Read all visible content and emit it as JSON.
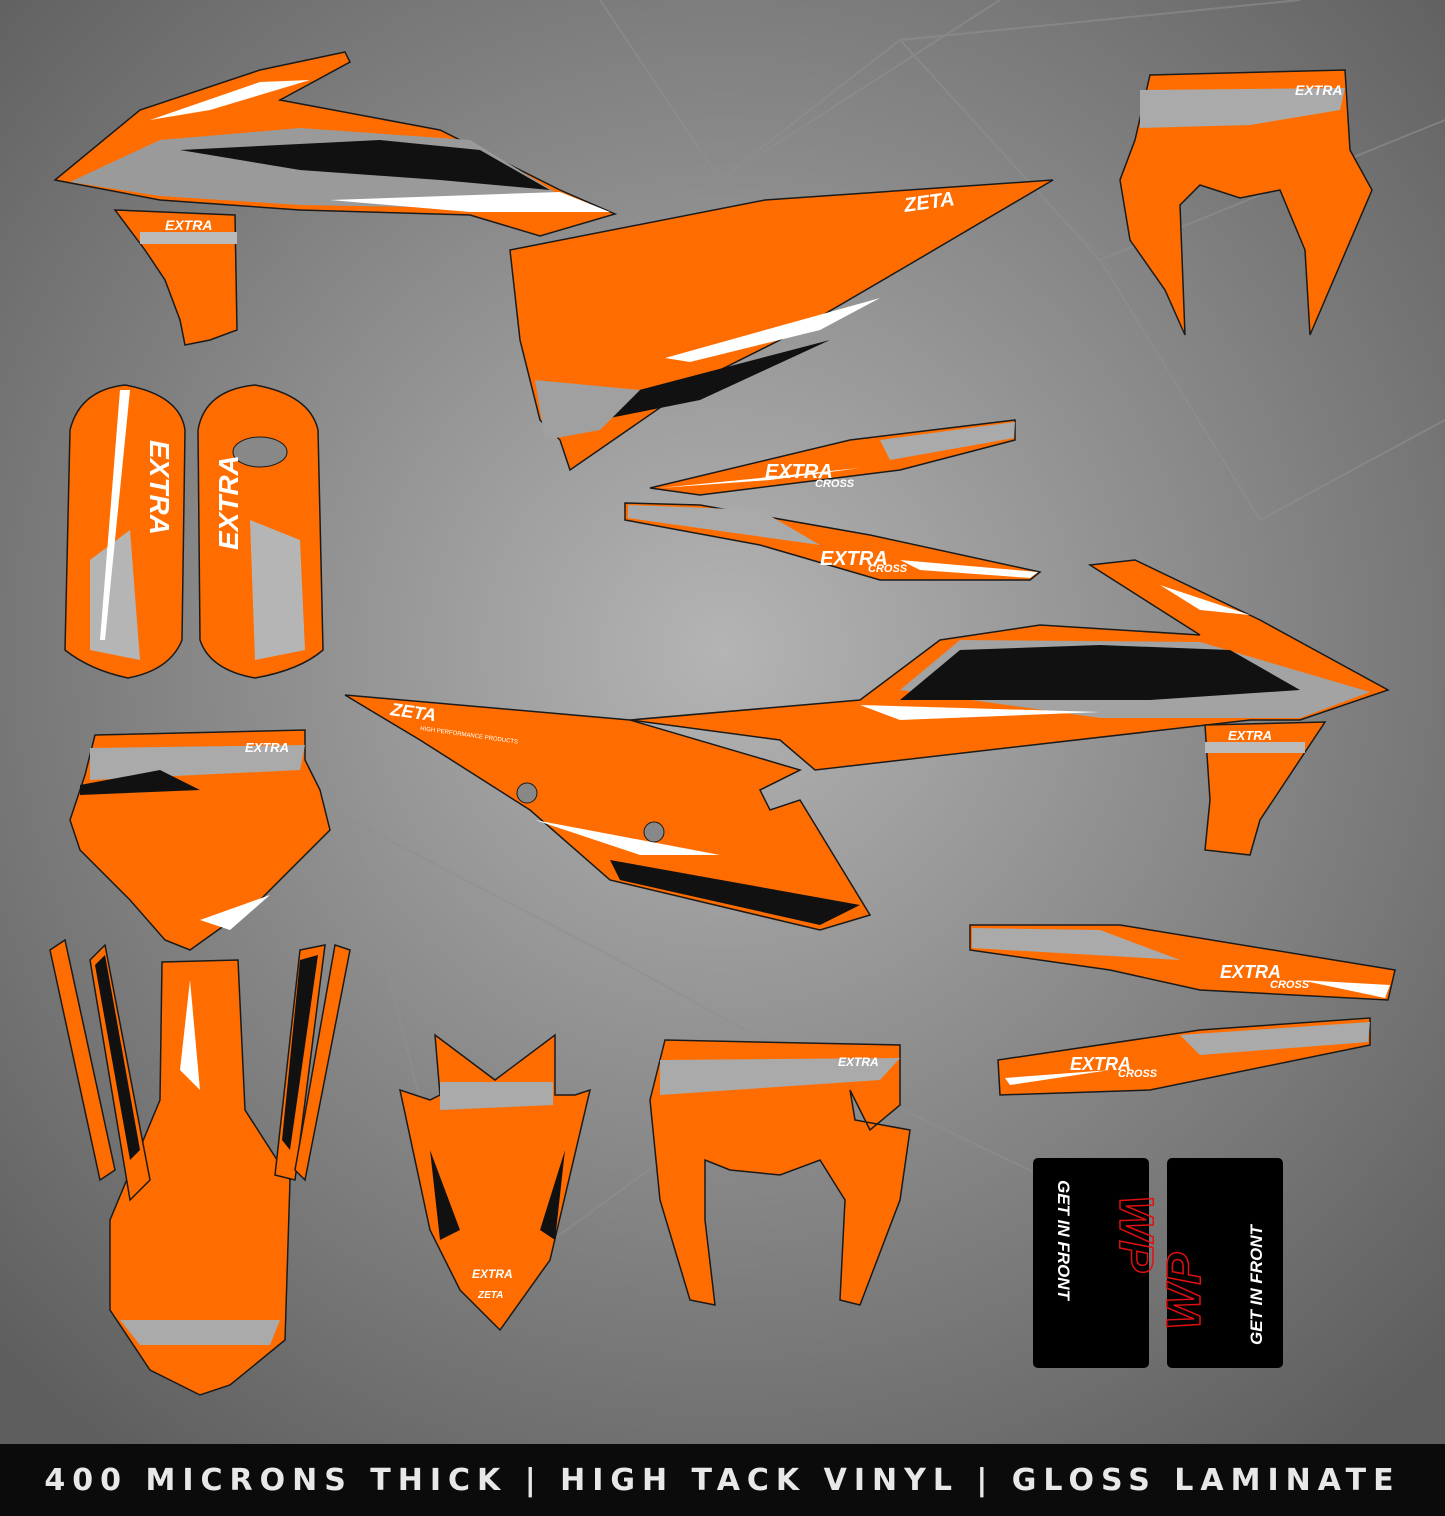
{
  "colors": {
    "orange": "#ff6d00",
    "grey": "#a8a8a8",
    "black": "#000000",
    "white": "#ffffff",
    "wp_red": "#e01010"
  },
  "brands": {
    "extra": "EXTRA",
    "cross": "CROSS",
    "zeta": "ZETA",
    "zeta_tagline": "HIGH PERFORMANCE PRODUCTS",
    "get_in_front": "GET IN FRONT",
    "wp": "WP"
  },
  "footer": {
    "text": "400 MICRONS THICK | HIGH TACK VINYL | GLOSS LAMINATE"
  }
}
